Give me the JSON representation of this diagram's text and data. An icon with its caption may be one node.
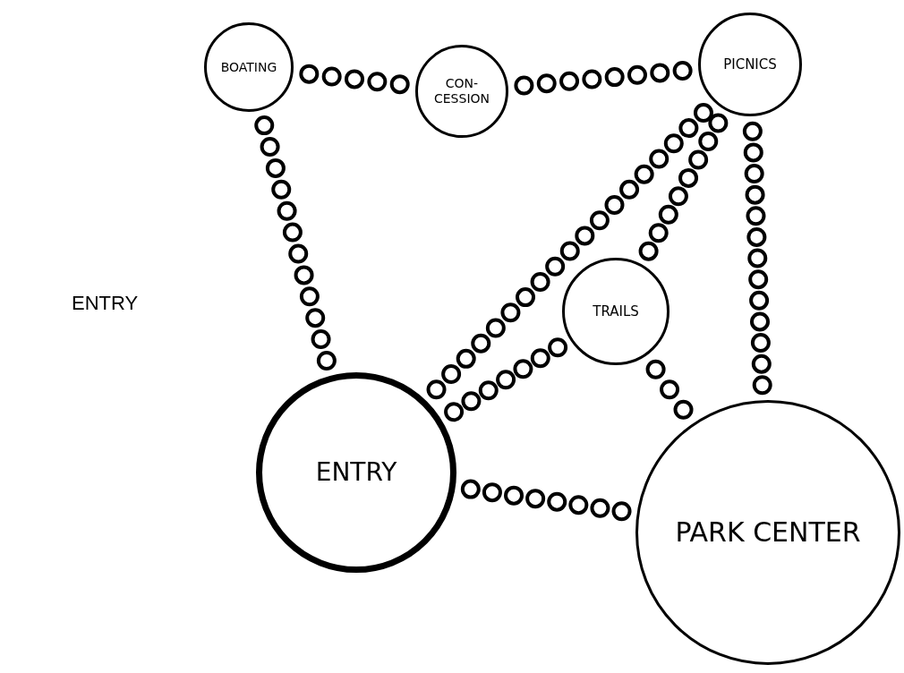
{
  "diagram": {
    "nodes": [
      {
        "text": [
          "BOATING"
        ]
      },
      {
        "text": [
          "CON- CESSION"
        ]
      },
      {
        "text": [
          "PICNICS"
        ]
      },
      {
        "text": [
          "TRAILS"
        ]
      },
      {
        "text": [
          "ENTRY"
        ]
      },
      {
        "text": [
          "PARK CENTER"
        ]
      }
    ],
    "edges": [
      {
        "from": 0,
        "to": 1,
        "arrow": "none"
      },
      {
        "from": 1,
        "to": 2,
        "arrow": "none"
      },
      {
        "from": 0,
        "to": 4,
        "arrow": "none"
      },
      {
        "from": 2,
        "to": 4,
        "arrow": "none"
      },
      {
        "from": 2,
        "to": 3,
        "arrow": "none"
      },
      {
        "from": 2,
        "to": 5,
        "arrow": "none"
      },
      {
        "from": 3,
        "to": 4,
        "arrow": "none"
      },
      {
        "from": 3,
        "to": 5,
        "arrow": "none"
      },
      {
        "from": 4,
        "to": 5,
        "arrow": "none"
      }
    ],
    "labels": [
      "ENTRY"
    ]
  }
}
